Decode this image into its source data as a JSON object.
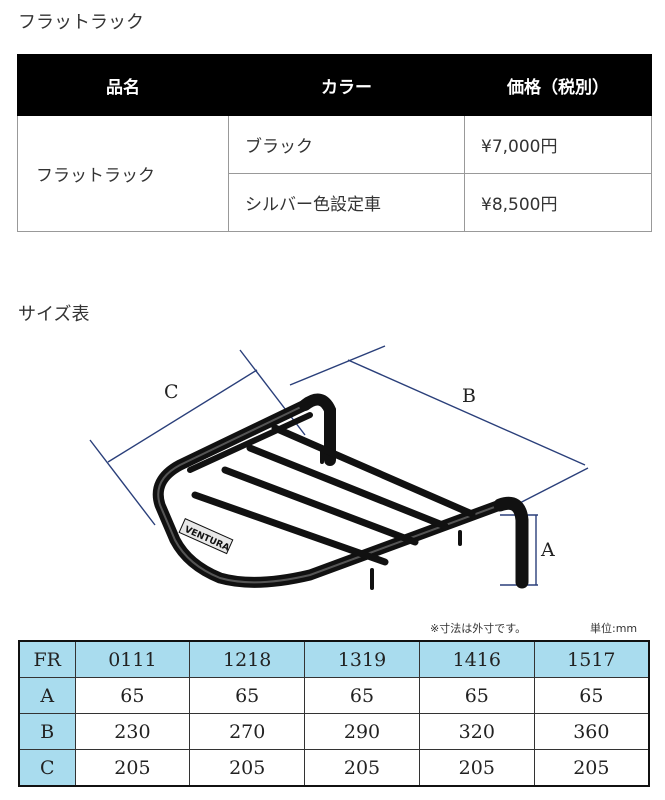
{
  "price_section": {
    "title": "フラットラック",
    "headers": [
      "品名",
      "カラー",
      "価格（税別）"
    ],
    "product_name": "フラットラック",
    "rows": [
      {
        "color": "ブラック",
        "price": "¥7,000円"
      },
      {
        "color": "シルバー色設定車",
        "price": "¥8,500円"
      }
    ]
  },
  "size_section": {
    "title": "サイズ表",
    "diagram": {
      "label_c": "C",
      "label_b": "B",
      "label_a": "A",
      "brand_text": "VENTURA"
    },
    "note_left": "※寸法は外寸です。",
    "note_right": "単位:mm",
    "table": {
      "header_label": "FR",
      "columns": [
        "0111",
        "1218",
        "1319",
        "1416",
        "1517"
      ],
      "rows": [
        {
          "label": "A",
          "values": [
            "65",
            "65",
            "65",
            "65",
            "65"
          ]
        },
        {
          "label": "B",
          "values": [
            "230",
            "270",
            "290",
            "320",
            "360"
          ]
        },
        {
          "label": "C",
          "values": [
            "205",
            "205",
            "205",
            "205",
            "205"
          ]
        }
      ]
    }
  }
}
